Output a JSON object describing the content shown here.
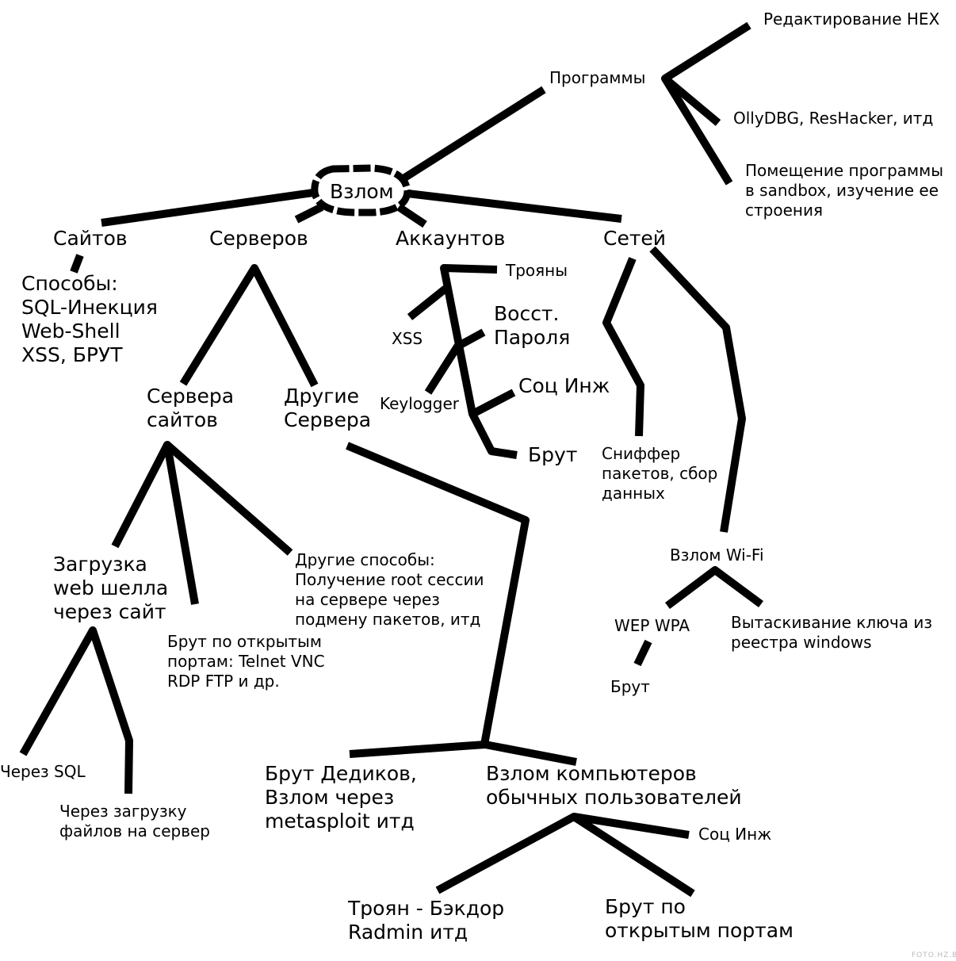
{
  "colors": {
    "line": "#000000",
    "background": "#ffffff",
    "watermark": "#bbbbbb"
  },
  "root": "Взлом",
  "nodes": {
    "programs": "Программы",
    "hex_editing": "Редактирование HEX",
    "olly": "OllyDBG, ResHacker, итд",
    "sandbox": "Помещение программы\nв sandbox, изучение ее\nстроения",
    "sites": "Сайтов",
    "sites_methods": "Способы:\nSQL-Инекция\nWeb-Shell\nXSS, БРУТ",
    "servers": "Серверов",
    "site_servers": "Сервера\nсайтов",
    "other_servers": "Другие\nСервера",
    "webshell_upload": "Загрузка\nweb шелла\nчерез сайт",
    "via_sql": "Через SQL",
    "via_file_upload": "Через загрузку\nфайлов на сервер",
    "brute_ports": "Брут по открытым\nпортам: Telnet VNC\nRDP FTP и др.",
    "other_methods": "Другие способы:\nПолучение root сессии\nна сервере через\nподмену пакетов, итд",
    "brute_dediks": "Брут Дедиков,\nВзлом через\nmetasploit итд",
    "user_computers": "Взлом компьютеров\nобычных пользователей",
    "social_eng_users": "Соц Инж",
    "trojan_backdoor": "Троян - Бэкдор\nRadmin итд",
    "brute_open_ports": "Брут по\nоткрытым портам",
    "accounts": "Аккаунтов",
    "trojans": "Трояны",
    "xss": "XSS",
    "password_recovery": "Восст.\nПароля",
    "keylogger": "Keylogger",
    "social_eng": "Соц Инж",
    "brute_accounts": "Брут",
    "networks": "Сетей",
    "sniffer": "Сниффер\nпакетов, сбор\nданных",
    "wifi": "Взлом Wi-Fi",
    "wep_wpa": "WEP WPA",
    "registry_key": "Вытаскивание ключа из\nреестра windows",
    "brute_wifi": "Брут"
  },
  "watermark": "FOTO.HZ.BY"
}
